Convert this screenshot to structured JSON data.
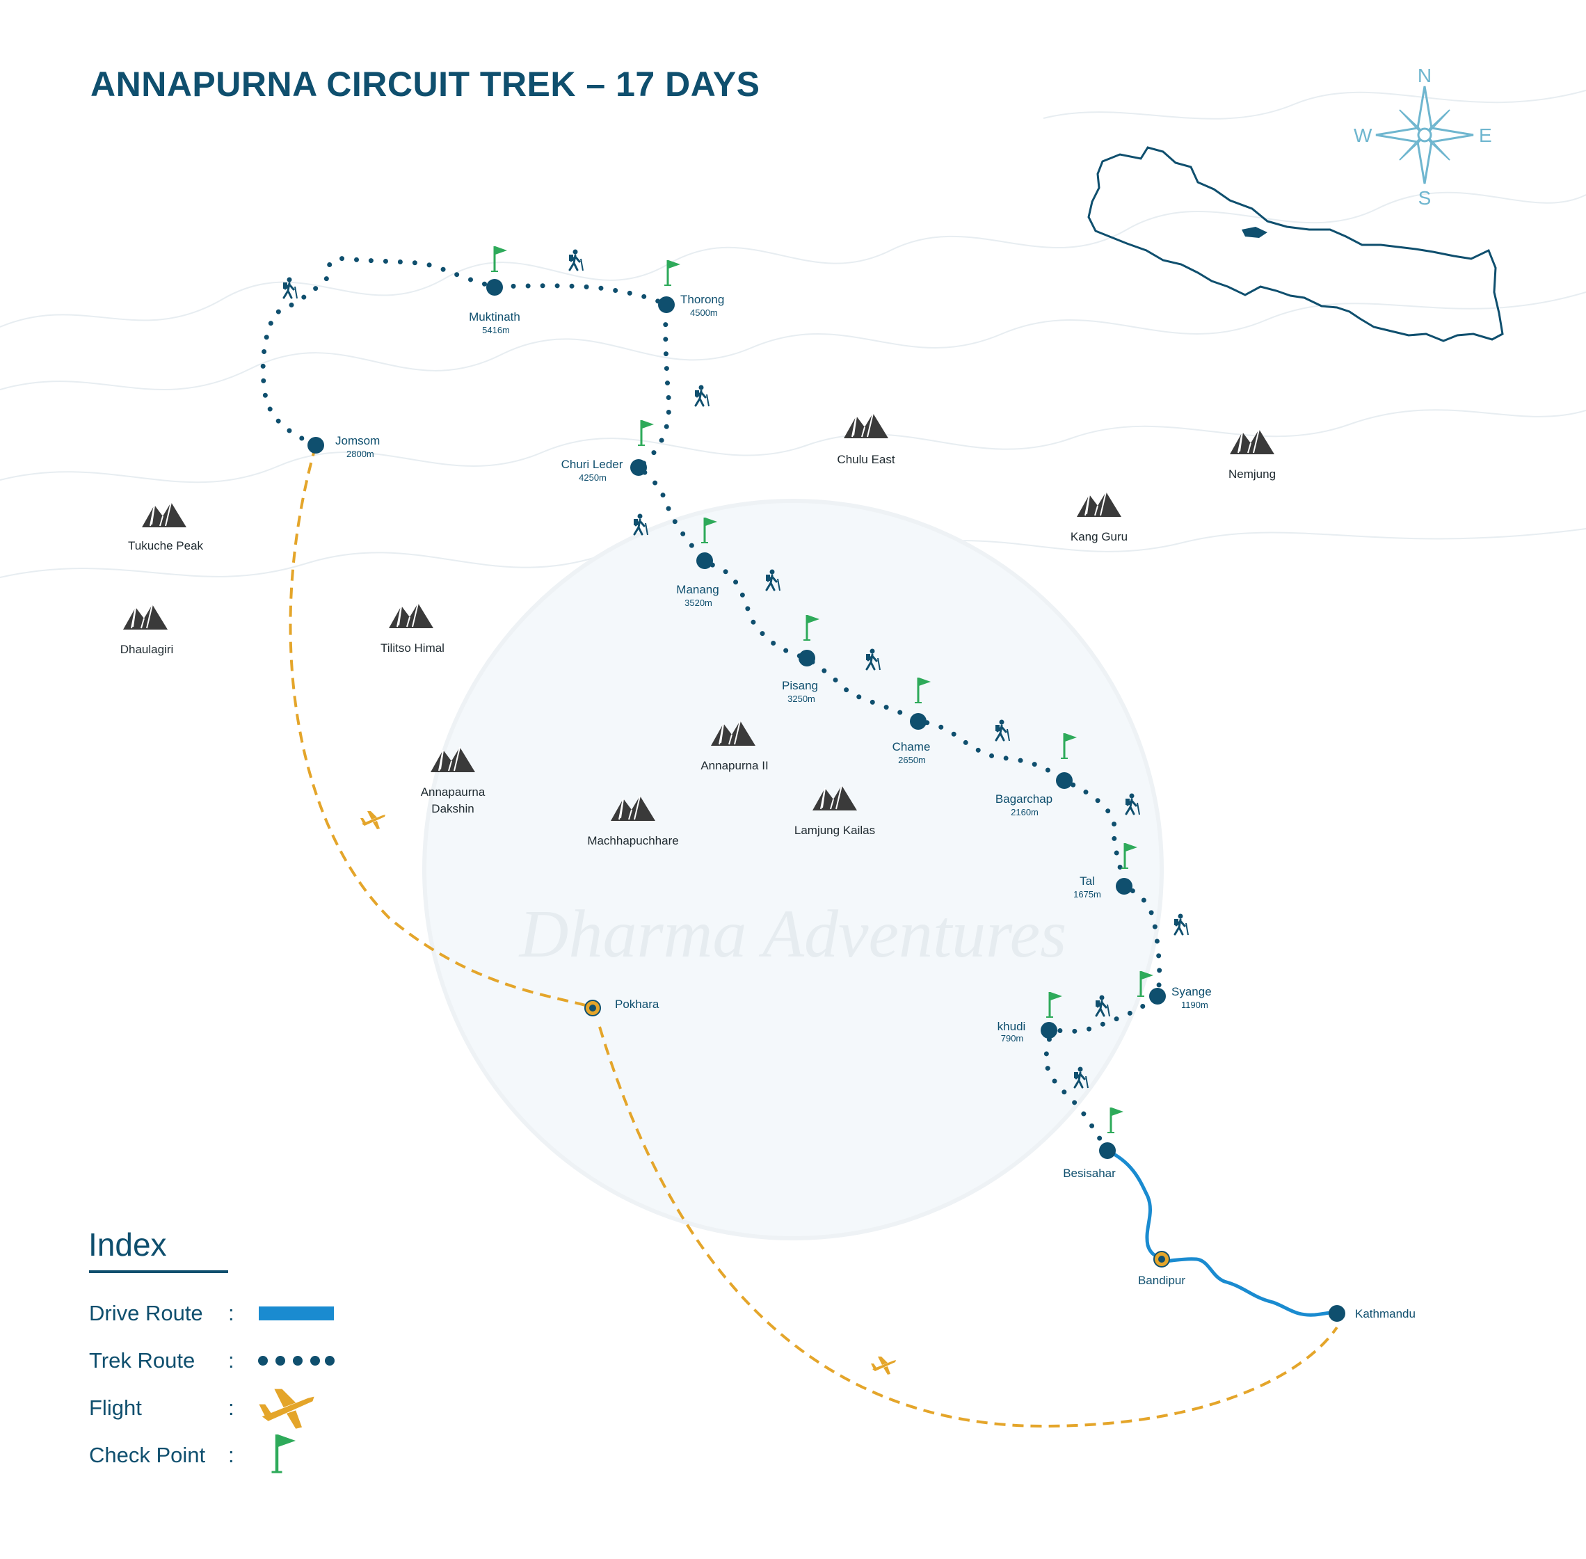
{
  "title": "ANNAPURNA CIRCUIT TREK – 17 DAYS",
  "watermark": "Dharma Adventures",
  "compass": {
    "n": "N",
    "s": "S",
    "e": "E",
    "w": "W"
  },
  "colors": {
    "accent": "#0f4f6e",
    "trek": "#0f4f6e",
    "drive": "#1a8bd0",
    "flight": "#e4a52a",
    "flag": "#2eaa5a",
    "peak": "#3a3a3a"
  },
  "peaks": [
    {
      "name": "Tukuche Peak"
    },
    {
      "name": "Dhaulagiri"
    },
    {
      "name": "Tilitso Himal"
    },
    {
      "name": "Annapaurna Dakshin",
      "line1": "Annapaurna",
      "line2": "Dakshin"
    },
    {
      "name": "Machhapuchhare"
    },
    {
      "name": "Annapurna II"
    },
    {
      "name": "Lamjung Kailas"
    },
    {
      "name": "Chulu East"
    },
    {
      "name": "Kang Guru"
    },
    {
      "name": "Nemjung"
    }
  ],
  "towns": [
    {
      "name": "Muktinath",
      "alt": "5416m"
    },
    {
      "name": "Thorong",
      "alt": "4500m"
    },
    {
      "name": "Jomsom",
      "alt": "2800m"
    },
    {
      "name": "Churi Leder",
      "alt": "4250m"
    },
    {
      "name": "Manang",
      "alt": "3520m"
    },
    {
      "name": "Pisang",
      "alt": "3250m"
    },
    {
      "name": "Chame",
      "alt": "2650m"
    },
    {
      "name": "Bagarchap",
      "alt": "2160m"
    },
    {
      "name": "Tal",
      "alt": "1675m"
    },
    {
      "name": "Syange",
      "alt": "1190m"
    },
    {
      "name": "khudi",
      "alt": "790m"
    },
    {
      "name": "Besisahar",
      "alt": ""
    },
    {
      "name": "Bandipur",
      "alt": ""
    },
    {
      "name": "Kathmandu",
      "alt": ""
    },
    {
      "name": "Pokhara",
      "alt": ""
    }
  ],
  "index": {
    "title": "Index",
    "drive": "Drive Route",
    "trek": "Trek Route",
    "flight": "Flight",
    "checkpoint": "Check Point",
    "colon": ":"
  }
}
